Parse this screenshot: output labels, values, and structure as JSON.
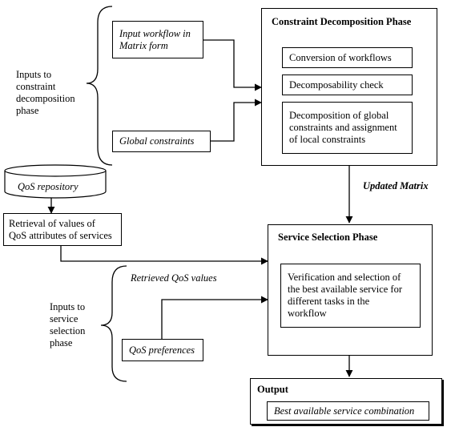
{
  "inputs_decomp_label": "Inputs to\nconstraint\ndecomposition\nphase",
  "input_workflow": "Input workflow in\nMatrix form",
  "global_constraints": "Global constraints",
  "cdp": {
    "title": "Constraint Decomposition Phase",
    "steps": [
      "Conversion of workflows",
      "Decomposability check",
      "Decomposition of global\nconstraints and assignment\nof local constraints"
    ]
  },
  "qos_repository": "QoS repository",
  "retrieval": "Retrieval of values of\nQoS attributes of services",
  "updated_matrix": "Updated Matrix",
  "ssp": {
    "title": "Service Selection Phase",
    "step": "Verification and selection of\nthe best available service for\ndifferent tasks in the\nworkflow"
  },
  "retrieved_qos": "Retrieved QoS values",
  "inputs_sel_label": "Inputs to\nservice\nselection\nphase",
  "qos_preferences": "QoS preferences",
  "output": {
    "title": "Output",
    "value": "Best available service combination"
  }
}
